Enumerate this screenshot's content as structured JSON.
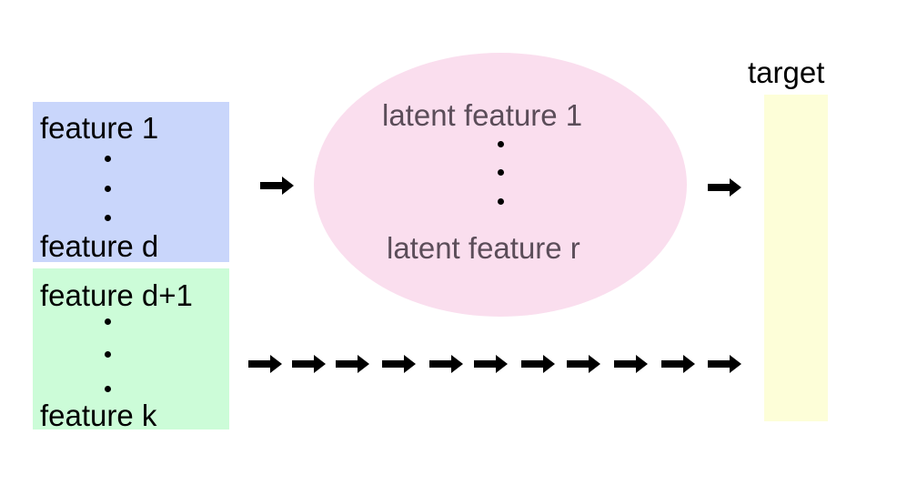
{
  "groups": {
    "input_group_1": {
      "top_label": "feature 1",
      "bottom_label": "feature d",
      "color": "#c9d6fb"
    },
    "input_group_2": {
      "top_label": "feature d+1",
      "bottom_label": "feature k",
      "color": "#ccfcd8"
    }
  },
  "latent": {
    "top_label": "latent feature 1",
    "bottom_label": "latent feature r",
    "color": "#fadeee"
  },
  "target": {
    "label": "target",
    "color": "#fdfed8"
  },
  "arrow_color": "#000000"
}
